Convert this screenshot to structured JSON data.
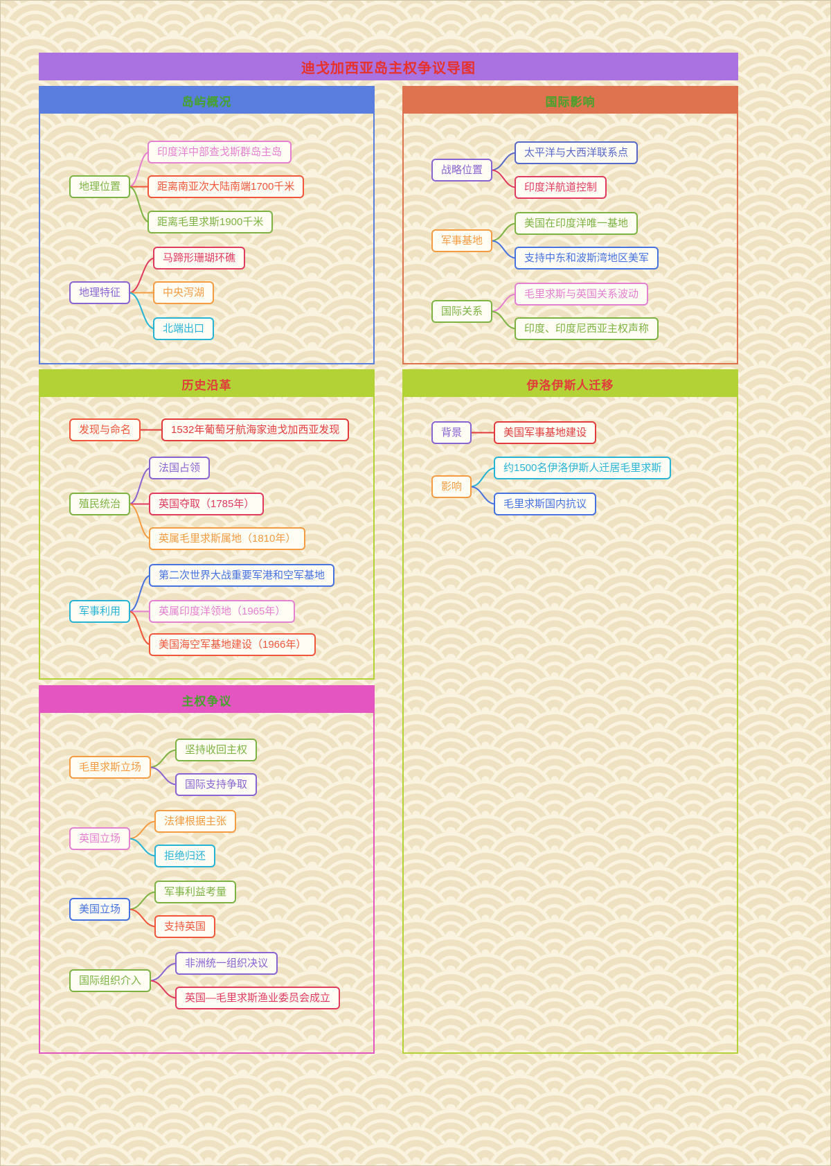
{
  "title": "迪戈加西亚岛主权争议导图",
  "palette": {
    "canvas_base": "#faf3df",
    "canvas_wave": "#efe2c2",
    "title_bar_bg": "#a972e0",
    "title_text": "#e8312a",
    "header_blue": "#5a7de0",
    "header_terracotta": "#df7350",
    "header_lime": "#b2d235",
    "header_pink": "#e455c2",
    "header_text_green": "#45a32b",
    "header_text_red": "#e23b3b",
    "node_green": "#7cb342",
    "node_pink": "#e57fd0",
    "node_tomato": "#f0563a",
    "node_purple": "#8a63d2",
    "node_indigo": "#5868c9",
    "node_crimson": "#e03a5f",
    "node_orange": "#f59b42",
    "node_cyan": "#26b3d6",
    "node_blue": "#4671e0",
    "node_red": "#e23b3b"
  },
  "sections": [
    {
      "title": "岛屿概况",
      "nodes": [
        {
          "label": "地理位置",
          "children": [
            {
              "label": "印度洋中部查戈斯群岛主岛"
            },
            {
              "label": "距离南亚次大陆南端1700千米"
            },
            {
              "label": "距离毛里求斯1900千米"
            }
          ]
        },
        {
          "label": "地理特征",
          "children": [
            {
              "label": "马蹄形珊瑚环礁"
            },
            {
              "label": "中央泻湖"
            },
            {
              "label": "北端出口"
            }
          ]
        }
      ]
    },
    {
      "title": "国际影响",
      "nodes": [
        {
          "label": "战略位置",
          "children": [
            {
              "label": "太平洋与大西洋联系点"
            },
            {
              "label": "印度洋航道控制"
            }
          ]
        },
        {
          "label": "军事基地",
          "children": [
            {
              "label": "美国在印度洋唯一基地"
            },
            {
              "label": "支持中东和波斯湾地区美军"
            }
          ]
        },
        {
          "label": "国际关系",
          "children": [
            {
              "label": "毛里求斯与英国关系波动"
            },
            {
              "label": "印度、印度尼西亚主权声称"
            }
          ]
        }
      ]
    },
    {
      "title": "历史沿革",
      "nodes": [
        {
          "label": "发现与命名",
          "children": [
            {
              "label": "1532年葡萄牙航海家迪戈加西亚发现"
            }
          ]
        },
        {
          "label": "殖民统治",
          "children": [
            {
              "label": "法国占领"
            },
            {
              "label": "英国夺取（1785年）"
            },
            {
              "label": "英属毛里求斯属地（1810年）"
            }
          ]
        },
        {
          "label": "军事利用",
          "children": [
            {
              "label": "第二次世界大战重要军港和空军基地"
            },
            {
              "label": "英属印度洋领地（1965年）"
            },
            {
              "label": "美国海空军基地建设（1966年）"
            }
          ]
        }
      ]
    },
    {
      "title": "伊洛伊斯人迁移",
      "nodes": [
        {
          "label": "背景",
          "children": [
            {
              "label": "美国军事基地建设"
            }
          ]
        },
        {
          "label": "影响",
          "children": [
            {
              "label": "约1500名伊洛伊斯人迁居毛里求斯"
            },
            {
              "label": "毛里求斯国内抗议"
            }
          ]
        }
      ]
    },
    {
      "title": "主权争议",
      "nodes": [
        {
          "label": "毛里求斯立场",
          "children": [
            {
              "label": "坚持收回主权"
            },
            {
              "label": "国际支持争取"
            }
          ]
        },
        {
          "label": "英国立场",
          "children": [
            {
              "label": "法律根据主张"
            },
            {
              "label": "拒绝归还"
            }
          ]
        },
        {
          "label": "美国立场",
          "children": [
            {
              "label": "军事利益考量"
            },
            {
              "label": "支持英国"
            }
          ]
        },
        {
          "label": "国际组织介入",
          "children": [
            {
              "label": "非洲统一组织决议"
            },
            {
              "label": "英国—毛里求斯渔业委员会成立"
            }
          ]
        }
      ]
    }
  ]
}
